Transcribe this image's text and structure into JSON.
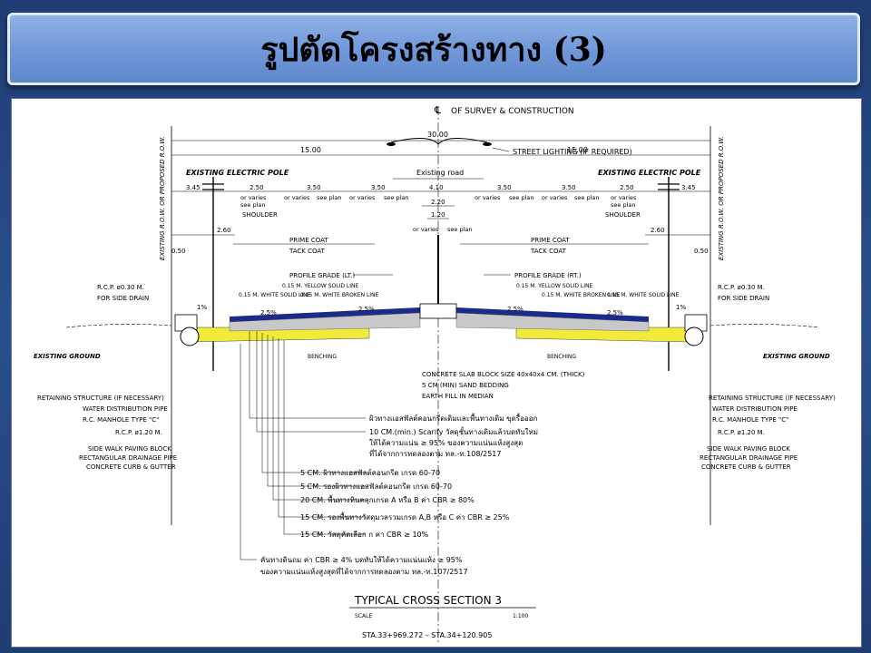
{
  "slide": {
    "title": "รูปตัดโครงสร้างทาง (3)"
  },
  "drawing": {
    "center_label": "OF SURVEY & CONSTRUCTION",
    "total_width": "30.00",
    "half_left": "15.00",
    "half_right": "15.00",
    "street_lighting": "STREET LIGHTING (IF REQUIRED)",
    "existing_pole_left": "EXISTING ELECTRIC POLE",
    "existing_pole_right": "EXISTING ELECTRIC POLE",
    "existing_road": "Existing road",
    "dims_top": [
      "3.45",
      "2.50",
      "3.50",
      "3.50",
      "4.10",
      "3.50",
      "3.50",
      "2.50",
      "3.45"
    ],
    "median_dims": [
      "2.20",
      "1.20"
    ],
    "or_varies": "or varies",
    "see_plan": "see plan",
    "shoulder": "SHOULDER",
    "dim_260": "2.60",
    "dim_050": "0.50",
    "row_label": "EXISTING R.O.W. OR PROPOSED R.O.W.",
    "prime_coat": "PRIME COAT",
    "tack_coat": "TACK COAT",
    "profile_lt": "PROFILE GRADE (LT.)",
    "profile_rt": "PROFILE GRADE (RT.)",
    "yellow_solid": "0.15 M. YELLOW SOLID LINE",
    "white_solid": "0.15 M. WHITE SOLID LINE",
    "white_broken": "0.15 M. WHITE BROKEN LINE",
    "rcp_030": "R.C.P. ø0.30 M.",
    "for_side_drain": "FOR SIDE DRAIN",
    "slope_1": "1%",
    "slope_25": "2.5%",
    "existing_ground": "EXISTING GROUND",
    "benching": "BENCHING",
    "concrete_slab": "CONCRETE SLAB BLOCK SIZE 40x40x4 CM. (THICK)",
    "sand_bedding": "5 CM (MIN) SAND BEDDING",
    "earth_fill": "EARTH FILL IN MEDIAN",
    "retaining": "RETAINING STRUCTURE (IF NECESSARY)",
    "water_pipe": "WATER DISTRIBUTION PIPE",
    "manhole": "R.C. MANHOLE TYPE \"C\"",
    "rcp_120": "R.C.P. ø1.20 M.",
    "sidewalk": "SIDE WALK PAVING BLOCK",
    "rect_pipe": "RECTANGULAR DRAINAGE PIPE",
    "curb": "CONCRETE CURB & GUTTER",
    "layers": [
      "ผิวทางแอสฟัลต์คอนกรีตเดิมและพื้นทางเดิม ขุดรื้อออก",
      "10 CM.(min.) Scarify วัสดุชั้นทางเดิมแล้วบดทับใหม่",
      "ให้ได้ความแน่น ≥ 95% ของความแน่นแห้งสูงสุด",
      "ที่ได้จากการทดลองตาม ทล.-ท.108/2517",
      "5 CM.   ผิวทางแอสฟัลต์คอนกรีต เกรด 60-70",
      "5 CM.   รองผิวทางแอสฟัลต์คอนกรีต เกรด 60-70",
      "20 CM.   พื้นทางหินคลุกเกรด A หรือ B ค่า CBR ≥ 80%",
      "15 CM.   รองพื้นทางวัสดุมวลรวมเกรด A,B หรือ C ค่า CBR ≥ 25%",
      "15 CM.   วัสดุคัดเลือก ก ค่า CBR ≥ 10%",
      "คันทางดินถม ค่า CBR ≥ 4% บดทับให้ได้ความแน่นแห้ง ≥ 95%",
      "ของความแน่นแห้งสูงสุดที่ได้จากการทดลองตาม ทล.-ท.107/2517"
    ],
    "section_title": "TYPICAL CROSS SECTION 3",
    "scale_label": "SCALE",
    "scale_value": "1:100",
    "station": "STA.33+969.272 – STA.34+120.905"
  },
  "colors": {
    "title_bar": "#7aa0dd",
    "slide_bg": "#2a4f8f",
    "base_yellow": "#f1ea3a",
    "asphalt_navy": "#1c2a8a",
    "median_grey": "#c8c8c8"
  }
}
